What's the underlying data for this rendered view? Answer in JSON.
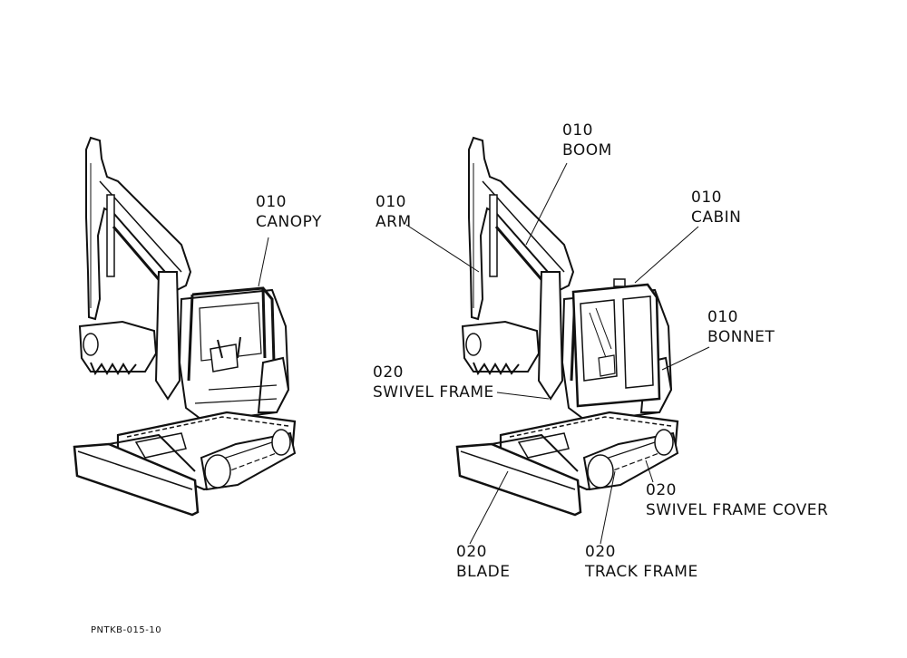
{
  "labels": {
    "canopy": {
      "code": "010",
      "name": "CANOPY"
    },
    "boom": {
      "code": "010",
      "name": "BOOM"
    },
    "arm": {
      "code": "010",
      "name": "ARM"
    },
    "cabin": {
      "code": "010",
      "name": "CABIN"
    },
    "bonnet": {
      "code": "010",
      "name": "BONNET"
    },
    "swivel_frame": {
      "code": "020",
      "name": "SWIVEL FRAME"
    },
    "swivel_frame_cover": {
      "code": "020",
      "name": "SWIVEL FRAME COVER"
    },
    "blade": {
      "code": "020",
      "name": "BLADE"
    },
    "track_frame": {
      "code": "020",
      "name": "TRACK FRAME"
    }
  },
  "figure_code": "PNTKB-015-10",
  "colors": {
    "ink": "#111111",
    "paper": "#ffffff"
  }
}
